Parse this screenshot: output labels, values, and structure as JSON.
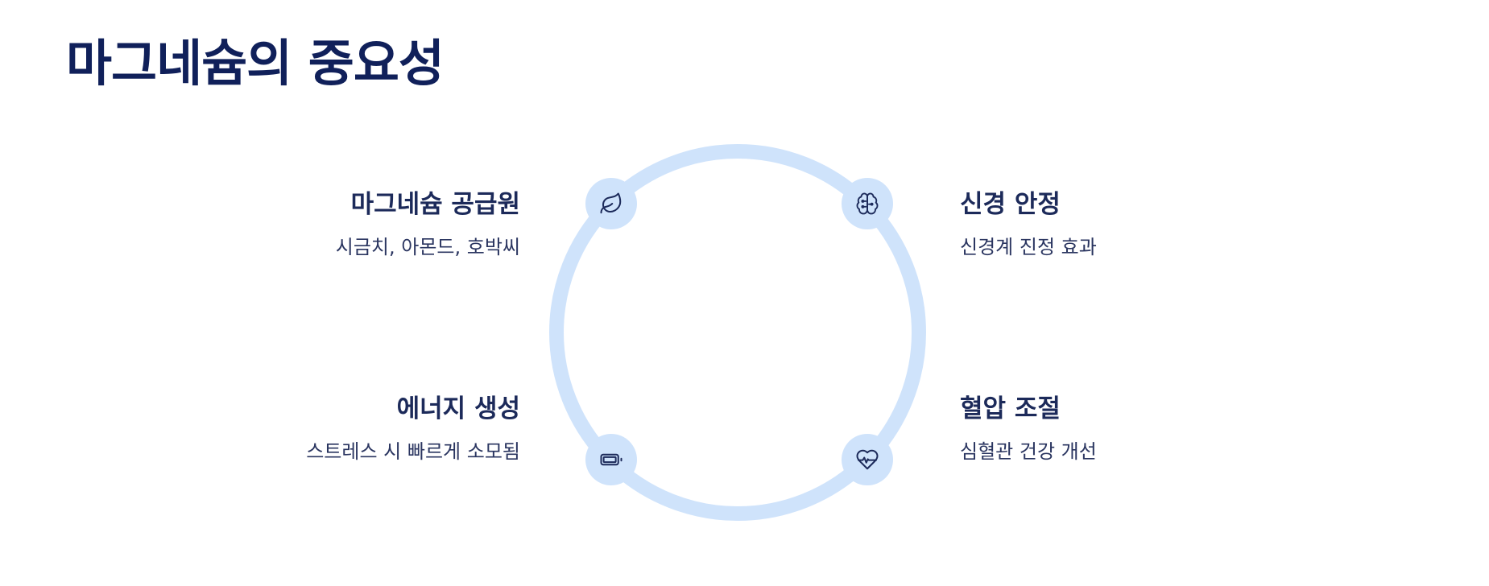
{
  "title": "마그네슘의 중요성",
  "colors": {
    "title": "#10205a",
    "text": "#1c2a5a",
    "ring": "#cfe3fb",
    "icon_stroke": "#1c2a5a"
  },
  "items": [
    {
      "icon": "leaf-icon",
      "title": "마그네슘 공급원",
      "desc": "시금치, 아몬드, 호박씨"
    },
    {
      "icon": "brain-icon",
      "title": "신경 안정",
      "desc": "신경계 진정 효과"
    },
    {
      "icon": "battery-icon",
      "title": "에너지 생성",
      "desc": "스트레스 시 빠르게 소모됨"
    },
    {
      "icon": "heart-pulse-icon",
      "title": "혈압 조절",
      "desc": "심혈관 건강 개선"
    }
  ]
}
